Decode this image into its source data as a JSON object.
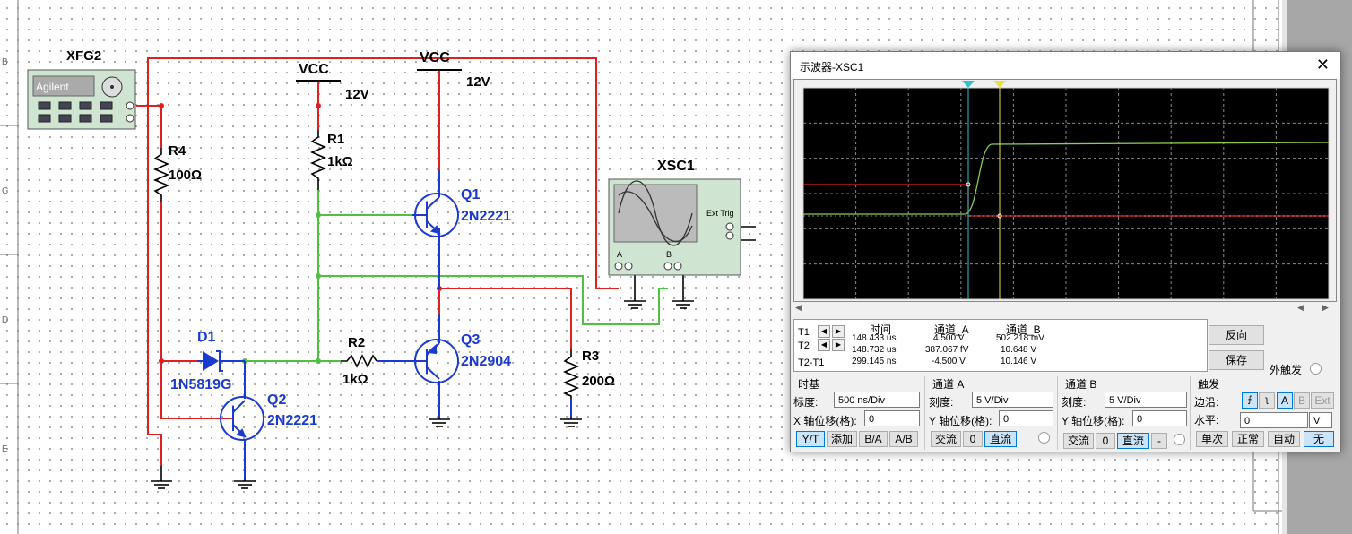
{
  "canvas": {
    "border_letters": [
      "B",
      "C",
      "D",
      "E"
    ]
  },
  "schematic": {
    "generator": {
      "ref": "XFG2",
      "brand": "Agilent"
    },
    "vcc1": {
      "name": "VCC",
      "voltage": "12V"
    },
    "vcc2": {
      "name": "VCC",
      "voltage": "12V"
    },
    "r4": {
      "ref": "R4",
      "value": "100Ω"
    },
    "r1": {
      "ref": "R1",
      "value": "1kΩ"
    },
    "r2": {
      "ref": "R2",
      "value": "1kΩ"
    },
    "r3": {
      "ref": "R3",
      "value": "200Ω"
    },
    "q1": {
      "ref": "Q1",
      "part": "2N2221"
    },
    "q2": {
      "ref": "Q2",
      "part": "2N2221"
    },
    "q3": {
      "ref": "Q3",
      "part": "2N2904"
    },
    "d1": {
      "ref": "D1",
      "part": "1N5819G"
    },
    "scope": {
      "ref": "XSC1",
      "ext_trig": "Ext Trig",
      "ch_a": "A",
      "ch_b": "B"
    }
  },
  "osc": {
    "title": "示波器-XSC1",
    "close": "✕",
    "readout": {
      "headers": [
        "时间",
        "通道_A",
        "通道_B"
      ],
      "rows": [
        {
          "label": "T1",
          "time": "148.433 us",
          "a": "4.500 V",
          "b": "502.218 mV"
        },
        {
          "label": "T2",
          "time": "148.732 us",
          "a": "387.067 fV",
          "b": "10.648 V"
        },
        {
          "label": "T2-T1",
          "time": "299.145 ns",
          "a": "-4.500 V",
          "b": "10.146 V"
        }
      ]
    },
    "buttons": {
      "reverse": "反向",
      "save": "保存",
      "ext_trigger": "外触发"
    },
    "timebase": {
      "title": "时基",
      "scale_label": "标度:",
      "scale": "500 ns/Div",
      "xpos_label": "X 轴位移(格):",
      "xpos": "0",
      "modes": [
        "Y/T",
        "添加",
        "B/A",
        "A/B"
      ]
    },
    "channel_a": {
      "title": "通道 A",
      "scale_label": "刻度:",
      "scale": "5  V/Div",
      "ypos_label": "Y 轴位移(格):",
      "ypos": "0",
      "coupling": [
        "交流",
        "0",
        "直流"
      ]
    },
    "channel_b": {
      "title": "通道 B",
      "scale_label": "刻度:",
      "scale": "5  V/Div",
      "ypos_label": "Y 轴位移(格):",
      "ypos": "0",
      "coupling": [
        "交流",
        "0",
        "直流",
        "-"
      ]
    },
    "trigger": {
      "title": "触发",
      "edge_label": "边沿:",
      "level_label": "水平:",
      "level": "0",
      "unit": "V",
      "sources": [
        "A",
        "B",
        "Ext"
      ],
      "modes": [
        "单次",
        "正常",
        "自动",
        "无"
      ]
    },
    "colors": {
      "trace_a": "#e02020",
      "trace_b": "#8ccc50",
      "cursor1": "#30c0d0",
      "cursor2": "#e8e040",
      "selected": "#0078d7"
    }
  }
}
